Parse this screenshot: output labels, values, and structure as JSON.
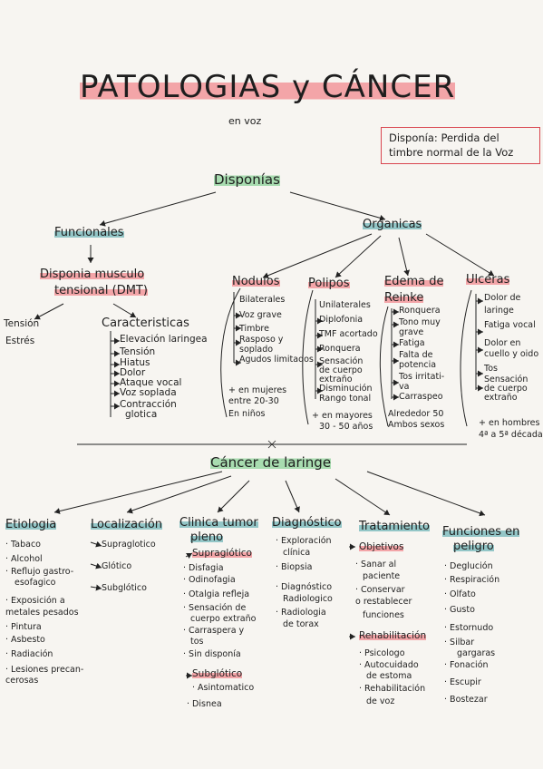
{
  "title": "PATOLOGIAS y CÁNCER",
  "subtitle": "en voz",
  "definition": {
    "term": "Disponía:",
    "line1": "Perdida del",
    "line2": "timbre normal de la Voz"
  },
  "disponias": "Disponías",
  "funcionales": "Funcionales",
  "organicas": "Organicas",
  "dmt": {
    "line1": "Disponia musculo",
    "line2": "tensional (DMT)"
  },
  "tension": "Tensión",
  "estres": "Estrés",
  "caracteristicas": {
    "title": "Caracteristicas",
    "items": [
      "Elevación laringea",
      "Tensión",
      "Hiatus",
      "Dolor",
      "Ataque vocal",
      "Voz soplada",
      "Contracción",
      "glotica"
    ]
  },
  "nodulos": {
    "title": "Nodulos",
    "items": [
      "Bilaterales",
      "Voz grave",
      "Timbre",
      "Rasposo y",
      "soplado",
      "Agudos limitados"
    ],
    "notes": [
      "+ en mujeres",
      "entre 20-30",
      "En niños"
    ]
  },
  "polipos": {
    "title": "Polipos",
    "items": [
      "Unilaterales",
      "Diplofonia",
      "TMF acortado",
      "Ronquera",
      "Sensación",
      "de cuerpo",
      "extraño",
      "Disminución",
      "Rango tonal"
    ],
    "notes": [
      "+ en mayores",
      "30 - 50 años"
    ]
  },
  "edema": {
    "title_line1": "Edema de",
    "title_line2": "Reinke",
    "items": [
      "Ronquera",
      "Tono muy",
      "grave",
      "Fatiga",
      "Falta de",
      "potencia",
      "Tos irritati-",
      "va",
      "Carraspeo"
    ],
    "notes": [
      "Alrededor 50",
      "Ambos sexos"
    ]
  },
  "ulceras": {
    "title": "Ulceras",
    "items": [
      "Dolor de",
      "laringe",
      "Fatiga vocal",
      "Dolor en",
      "cuello y oido",
      "Tos",
      "Sensación",
      "de cuerpo",
      "extraño"
    ],
    "notes": [
      "+ en hombres",
      "4ª a 5ª década"
    ]
  },
  "cancer": "Cáncer de laringe",
  "etiologia": {
    "title": "Etiologia",
    "items": [
      "Tabaco",
      "Alcohol",
      "Reflujo gastro-",
      "esofagico",
      "Exposición a",
      "metales pesados",
      "Pintura",
      "Asbesto",
      "Radiación",
      "Lesiones precan-",
      "cerosas"
    ]
  },
  "localizacion": {
    "title": "Localización",
    "items": [
      "Supraglotico",
      "Glótico",
      "Subglótico"
    ]
  },
  "clinica": {
    "title_line1": "Clinica tumor",
    "title_line2": "pleno",
    "supraglotico": "Supraglótico",
    "items1": [
      "Disfagia",
      "Odinofagia",
      "Otalgia refleja",
      "Sensación de",
      "cuerpo extraño",
      "Carraspera y",
      "tos",
      "Sin disponía"
    ],
    "subglotico": "Subglótico",
    "items2": [
      "Asintomatico",
      "Disnea"
    ]
  },
  "diagnostico": {
    "title": "Diagnóstico",
    "items": [
      "Exploración",
      "clínica",
      "Biopsia",
      "Diagnóstico",
      "Radiologico",
      "Radiologia",
      "de torax"
    ]
  },
  "tratamiento": {
    "title": "Tratamiento",
    "objetivos": "Objetivos",
    "items1": [
      "Sanar al",
      "paciente",
      "Conservar",
      "o restablecer",
      "funciones"
    ],
    "rehabilitacion": "Rehabilitación",
    "items2": [
      "Psicologo",
      "Autocuidado",
      "de estoma",
      "Rehabilitación",
      "de voz"
    ]
  },
  "funciones": {
    "title_line1": "Funciones en",
    "title_line2": "peligro",
    "items": [
      "Deglución",
      "Respiración",
      "Olfato",
      "Gusto",
      "Estornudo",
      "Silbar",
      "gargaras",
      "Fonación",
      "Escupir",
      "Bostezar"
    ]
  },
  "colors": {
    "red": "#f3a5a8",
    "teal": "#93c6c7",
    "green": "#a8dcb0",
    "box": "#d9454f"
  }
}
